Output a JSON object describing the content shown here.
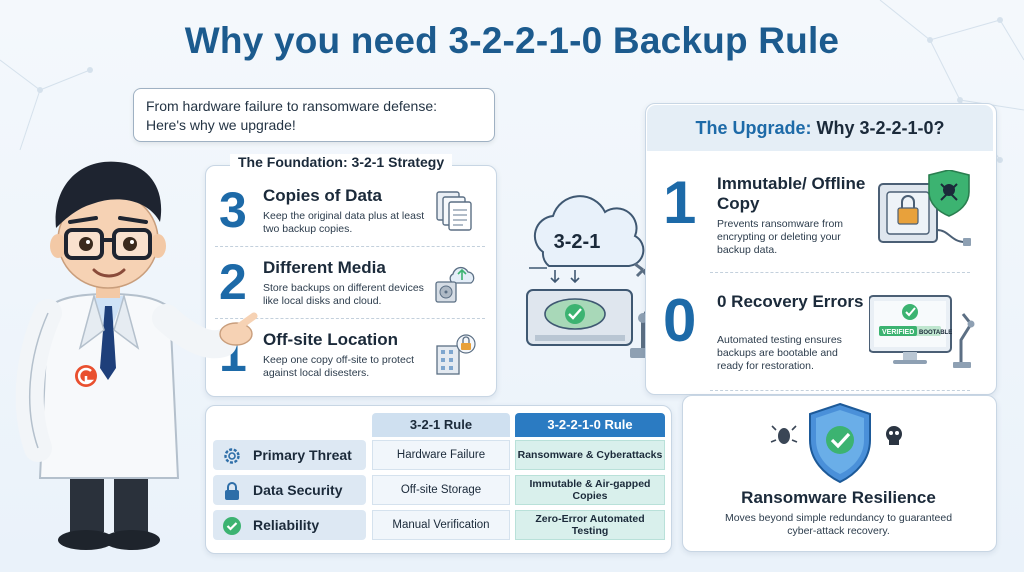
{
  "title": "Why you need 3-2-2-1-0 Backup Rule",
  "speech": {
    "line1": "From hardware failure to ransomware defense:",
    "line2": "Here's why we upgrade!"
  },
  "foundation": {
    "title": "The Foundation: 3-2-1 Strategy",
    "items": [
      {
        "number": "3",
        "title": "Copies of Data",
        "desc": "Keep the original data plus at least two backup copies.",
        "icon": "documents-icon"
      },
      {
        "number": "2",
        "title": "Different Media",
        "desc": "Store backups on different devices like local disks and cloud.",
        "icon": "disk-cloud-icon"
      },
      {
        "number": "1",
        "title": "Off-site Location",
        "desc": "Keep one copy off-site to protect against local disesters.",
        "icon": "building-lock-icon"
      }
    ]
  },
  "diagram": {
    "cloud_label": "3-2-1"
  },
  "upgrade": {
    "title_prefix": "The Upgrade:",
    "title_main": "Why 3-2-2-1-0?",
    "items": [
      {
        "number": "1",
        "title": "Immutable/ Offline Copy",
        "desc": "Prevents ransomware from encrypting or deleting your backup data.",
        "icon": "vault-shield-icon"
      },
      {
        "number": "0",
        "title": "0 Recovery Errors",
        "desc": "Automated testing ensures backups are bootable and ready for restoration.",
        "icon": "monitor-verified-icon"
      }
    ],
    "verified_text": "VERIFIED",
    "bootable_text": "BOOTABLE"
  },
  "resilience": {
    "title": "Ransomware Resilience",
    "desc": "Moves beyond simple redundancy to guaranteed cyber-attack recovery."
  },
  "comparison": {
    "col_a": "3-2-1 Rule",
    "col_b": "3-2-2-1-0 Rule",
    "rows": [
      {
        "label": "Primary Threat",
        "a": "Hardware Failure",
        "b": "Ransomware & Cyberattacks",
        "icon": "gear-icon"
      },
      {
        "label": "Data Security",
        "a": "Off-site Storage",
        "b": "Immutable & Air-gapped Copies",
        "icon": "lock-icon"
      },
      {
        "label": "Reliability",
        "a": "Manual Verification",
        "b": "Zero-Error Automated Testing",
        "icon": "check-circle-icon"
      }
    ]
  },
  "colors": {
    "accent": "#1d6aa8",
    "title": "#1c5b8e",
    "highlight": "#2b7bc2",
    "success": "#3cb371"
  }
}
